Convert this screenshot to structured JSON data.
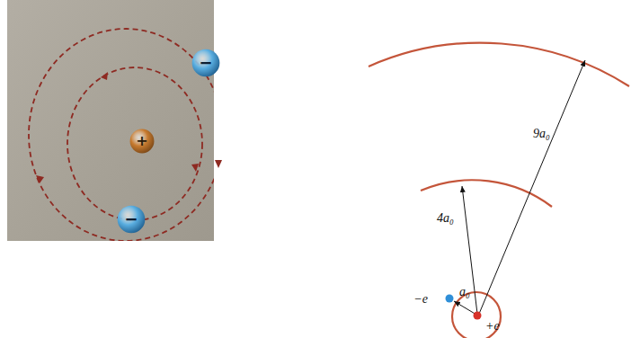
{
  "diagram": {
    "nodes": [
      {
        "text": [
          "+"
        ]
      },
      {
        "text": [
          "−"
        ]
      },
      {
        "text": [
          "−"
        ]
      }
    ],
    "labels": [
      "−e",
      "+e",
      "a₀",
      "4a₀",
      "9a₀"
    ]
  }
}
